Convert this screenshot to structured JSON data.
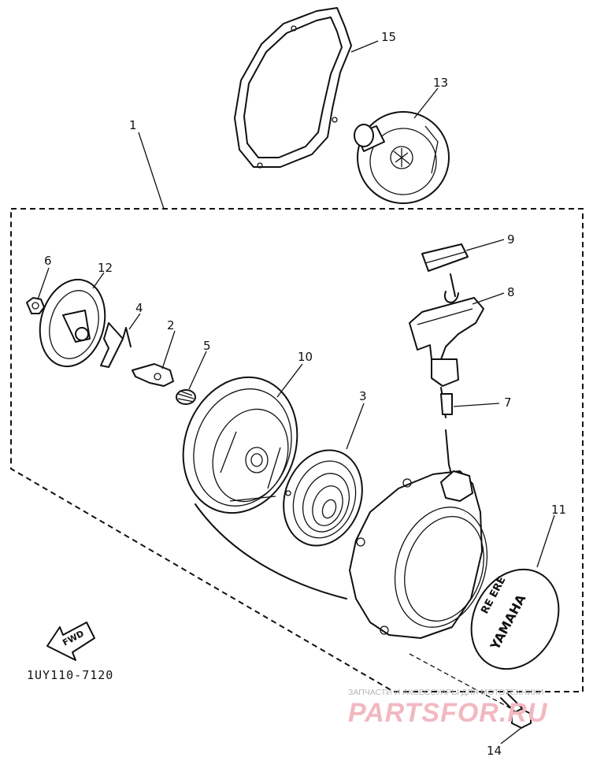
{
  "diagram": {
    "code": "1UY110-7120",
    "fwd_label": "FWD",
    "labels": {
      "p1": "1",
      "p2": "2",
      "p3": "3",
      "p4": "4",
      "p5": "5",
      "p6": "6",
      "p7": "7",
      "p8": "8",
      "p9": "9",
      "p10": "10",
      "p11": "11",
      "p12": "12",
      "p13": "13",
      "p14": "14",
      "p15": "15"
    },
    "emblem_text": "YAMAHA",
    "emblem_mark": "RE ERE"
  },
  "watermark": {
    "tagline": "ЗАПЧАСТИ И АКСЕССУАРЫ ДЛЯ МОТОТЕХНИКИ",
    "brand": "PARTSFOR.RU"
  },
  "colors": {
    "ink": "#111111",
    "watermark_pink": "#f2b8c0",
    "watermark_gray": "#b5b5b5"
  }
}
